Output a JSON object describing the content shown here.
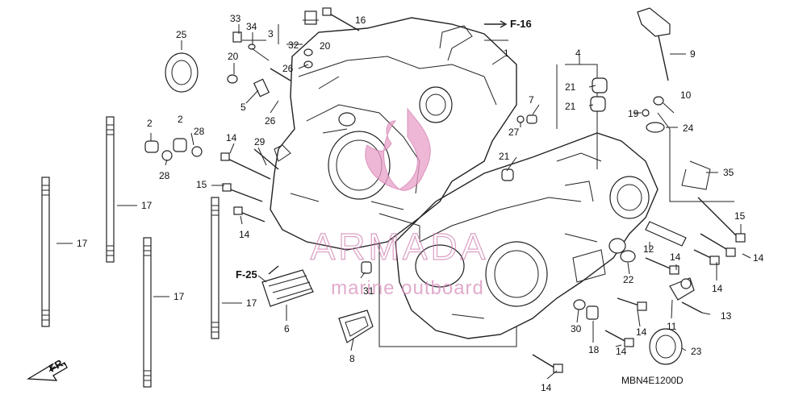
{
  "diagram": {
    "code": "MBN4E1200D",
    "front_marker": "FR.",
    "refs": {
      "f16": "F-16",
      "f25": "F-25"
    },
    "watermark": {
      "title": "ARMADA",
      "subtitle": "marine outboard",
      "color": "#e8a0c8"
    },
    "callouts": {
      "c33": "33",
      "c34": "34",
      "c3": "3",
      "c32": "32",
      "c16": "16",
      "c20a": "20",
      "c20b": "20",
      "c26a": "26",
      "c26b": "26",
      "c5": "5",
      "c25": "25",
      "c1": "1",
      "c4": "4",
      "c21a": "21",
      "c21b": "21",
      "c21c": "21",
      "c7": "7",
      "c27": "27",
      "c9": "9",
      "c10": "10",
      "c19": "19",
      "c24": "24",
      "c35": "35",
      "c2a": "2",
      "c2b": "2",
      "c28a": "28",
      "c28b": "28",
      "c14a": "14",
      "c29": "29",
      "c15a": "15",
      "c14b": "14",
      "c17a": "17",
      "c17b": "17",
      "c17c": "17",
      "c17d": "17",
      "c6": "6",
      "c31": "31",
      "c8": "8",
      "c15b": "15",
      "c12": "12",
      "c14c": "14",
      "c14d": "14",
      "c14e": "14",
      "c22": "22",
      "c11": "11",
      "c13": "13",
      "c30": "30",
      "c18": "18",
      "c14f": "14",
      "c14g": "14",
      "c23": "23",
      "c14h": "14"
    }
  }
}
